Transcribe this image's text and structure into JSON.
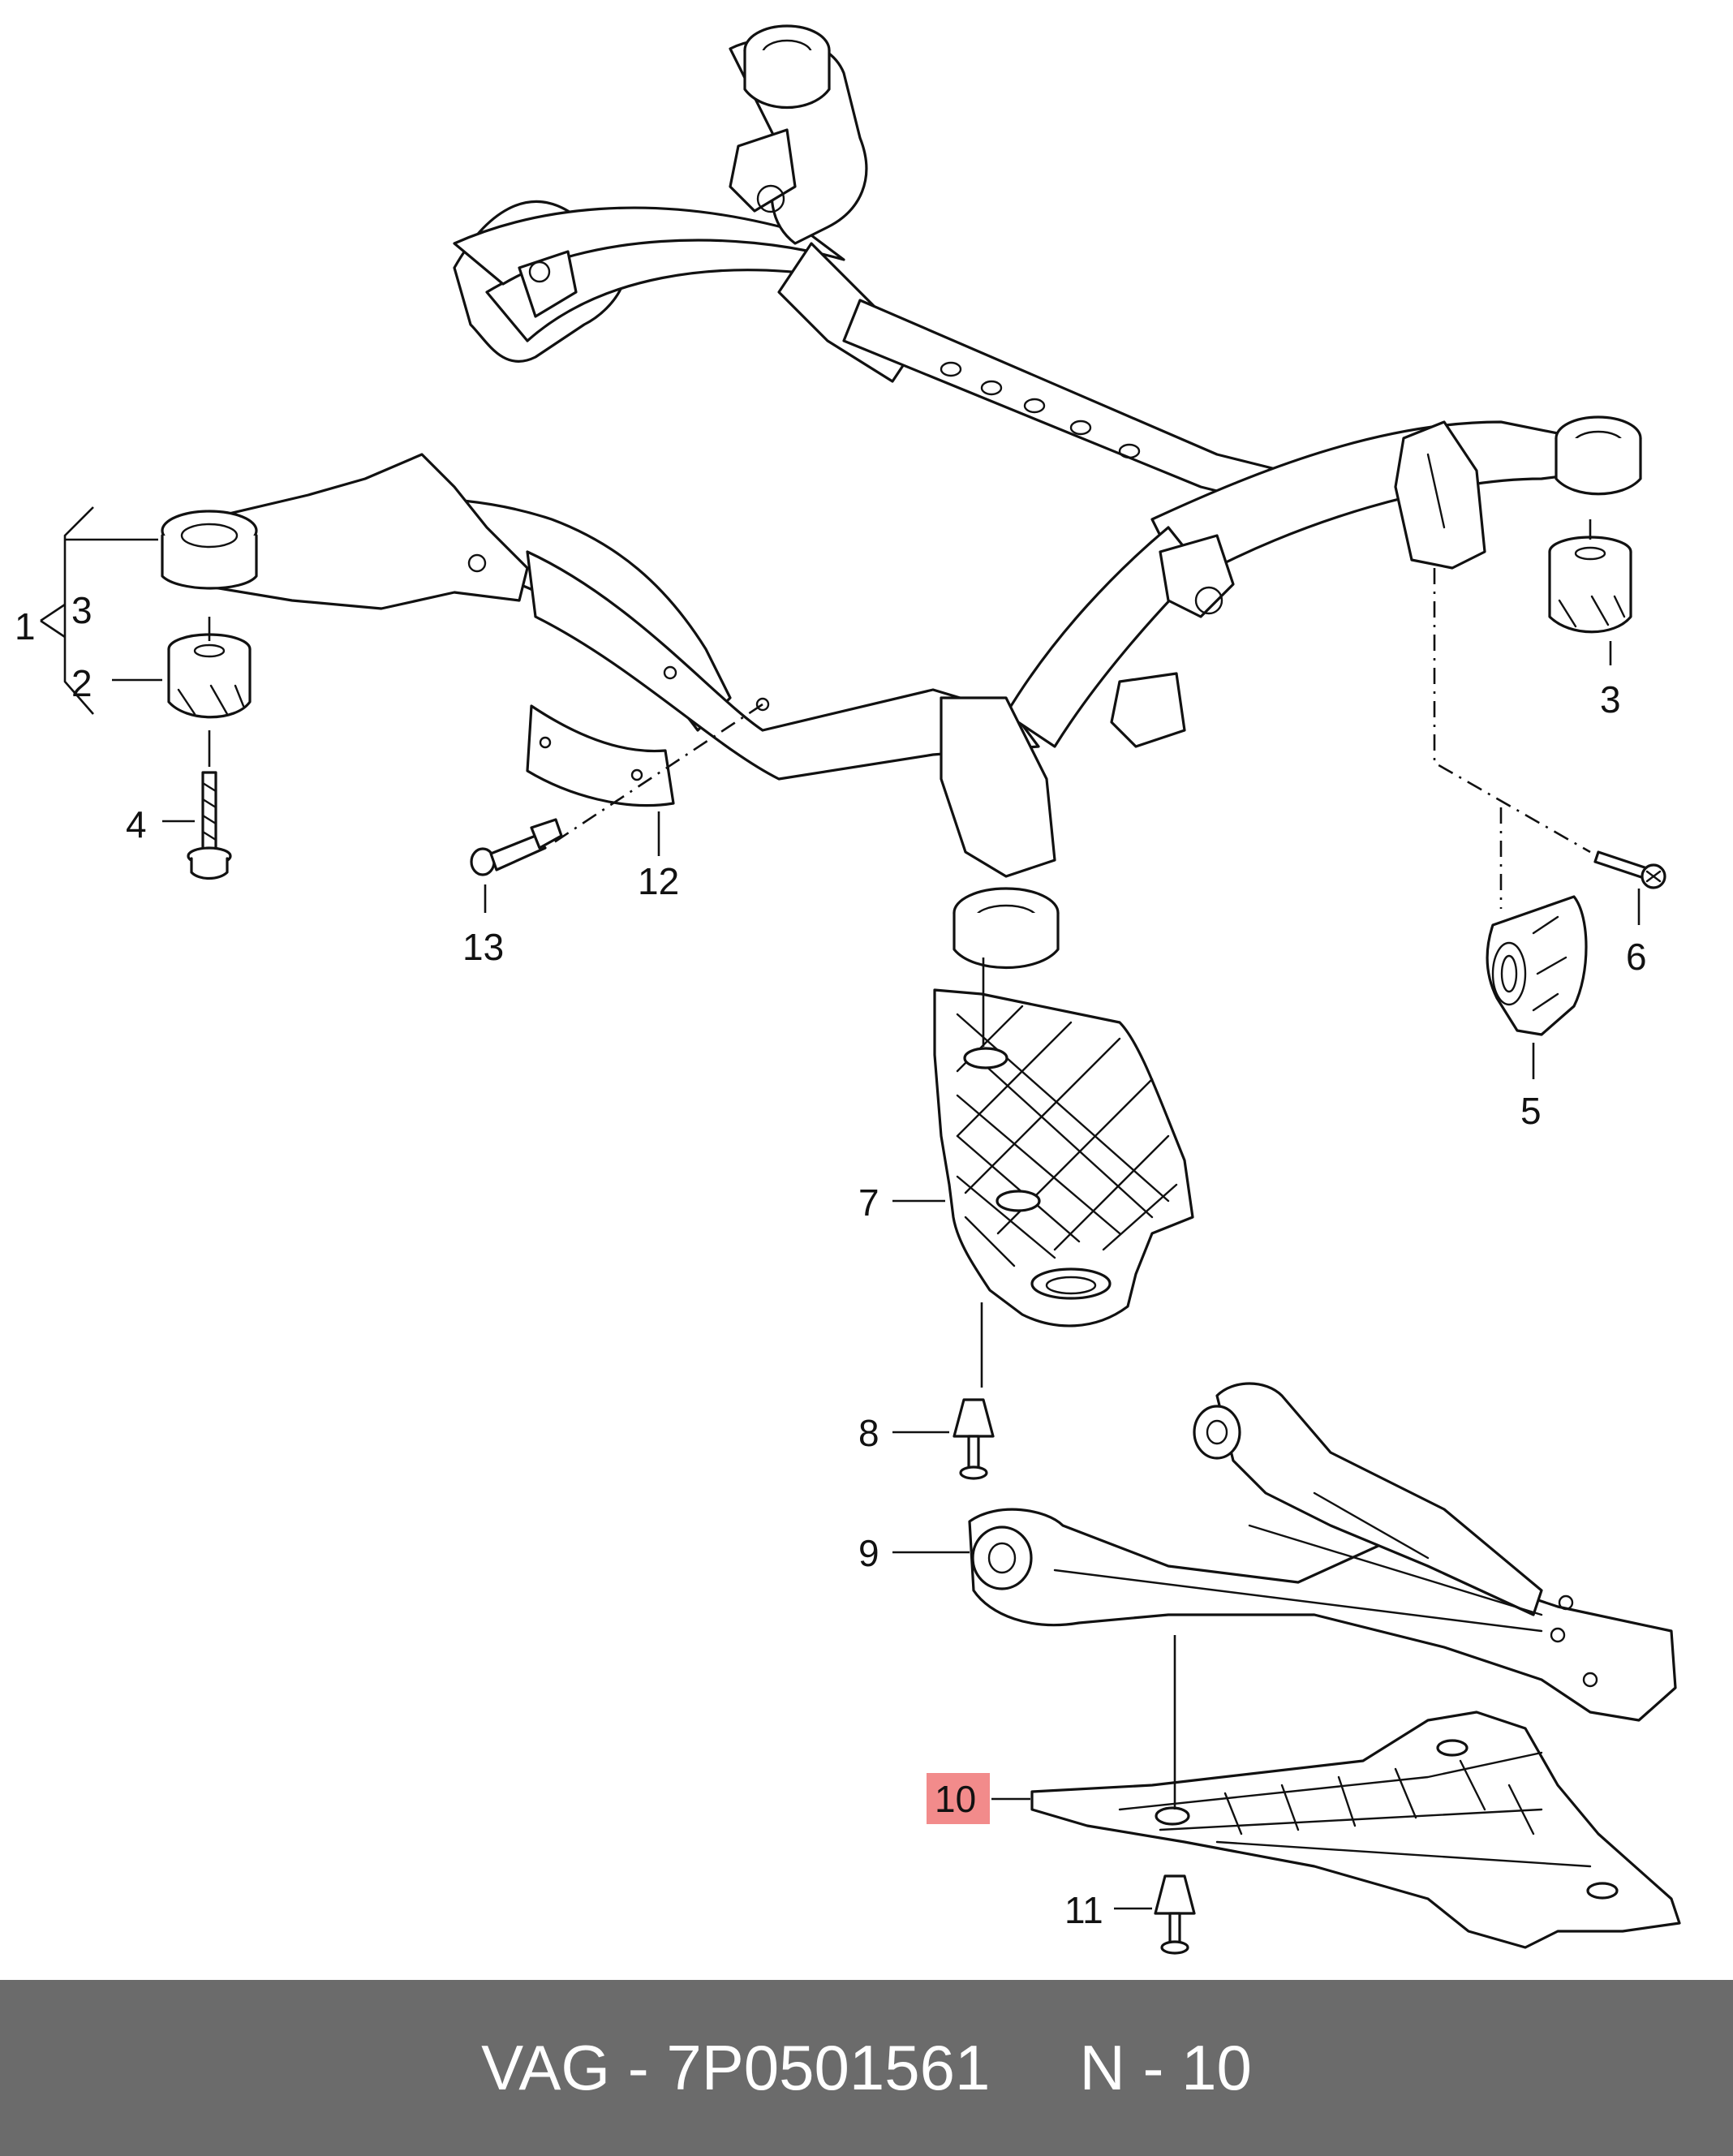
{
  "callouts": {
    "c1": "1",
    "c3_left": "3",
    "c2": "2",
    "c4": "4",
    "c3_right": "3",
    "c5": "5",
    "c6": "6",
    "c7": "7",
    "c8": "8",
    "c9": "9",
    "c10": "10",
    "c11": "11",
    "c12": "12",
    "c13": "13"
  },
  "highlighted_callout": "10",
  "colors": {
    "highlight": "#f28b8b",
    "footer_background": "#6b6b6b",
    "footer_text": "#ffffff",
    "line_art": "#111111"
  },
  "footer": {
    "part_number": "VAG - 7P0501561",
    "position": "N - 10"
  }
}
